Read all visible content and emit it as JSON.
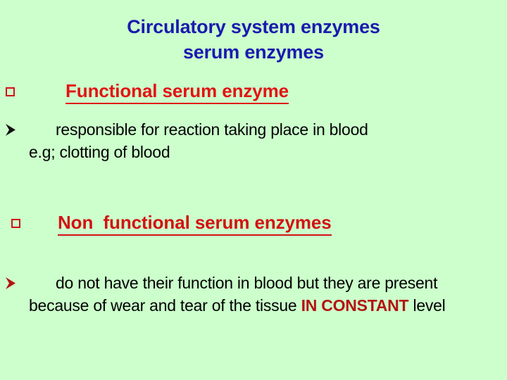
{
  "slide": {
    "background_color": "#ccffcc",
    "title": {
      "line1": "Circulatory system enzymes",
      "line2": "serum enzymes",
      "color": "#1a1aaf"
    },
    "sections": [
      {
        "bullet_icon": "hollow-square-bullet",
        "bullet_color": "#d01414",
        "heading": "Functional serum enzyme",
        "heading_color": "#e21414",
        "body_bullet_icon": "right-arrowhead-bullet",
        "body_bullet_color": "#000000",
        "body_lead": "responsible for reaction taking place in blood",
        "body_rest": "e.g; clotting of blood",
        "body_color": "#000000"
      },
      {
        "bullet_icon": "hollow-square-bullet",
        "bullet_color": "#d01414",
        "heading": "Non  functional serum enzymes",
        "heading_color": "#d31212",
        "body_bullet_icon": "right-arrowhead-bullet",
        "body_bullet_color": "#b41313",
        "body_part1": "do not have their function in blood but they are present because of wear and tear of the tissue ",
        "body_emphasis": "IN CONSTANT",
        "body_part2": " level",
        "body_color": "#000000",
        "emphasis_color": "#b41313"
      }
    ]
  }
}
